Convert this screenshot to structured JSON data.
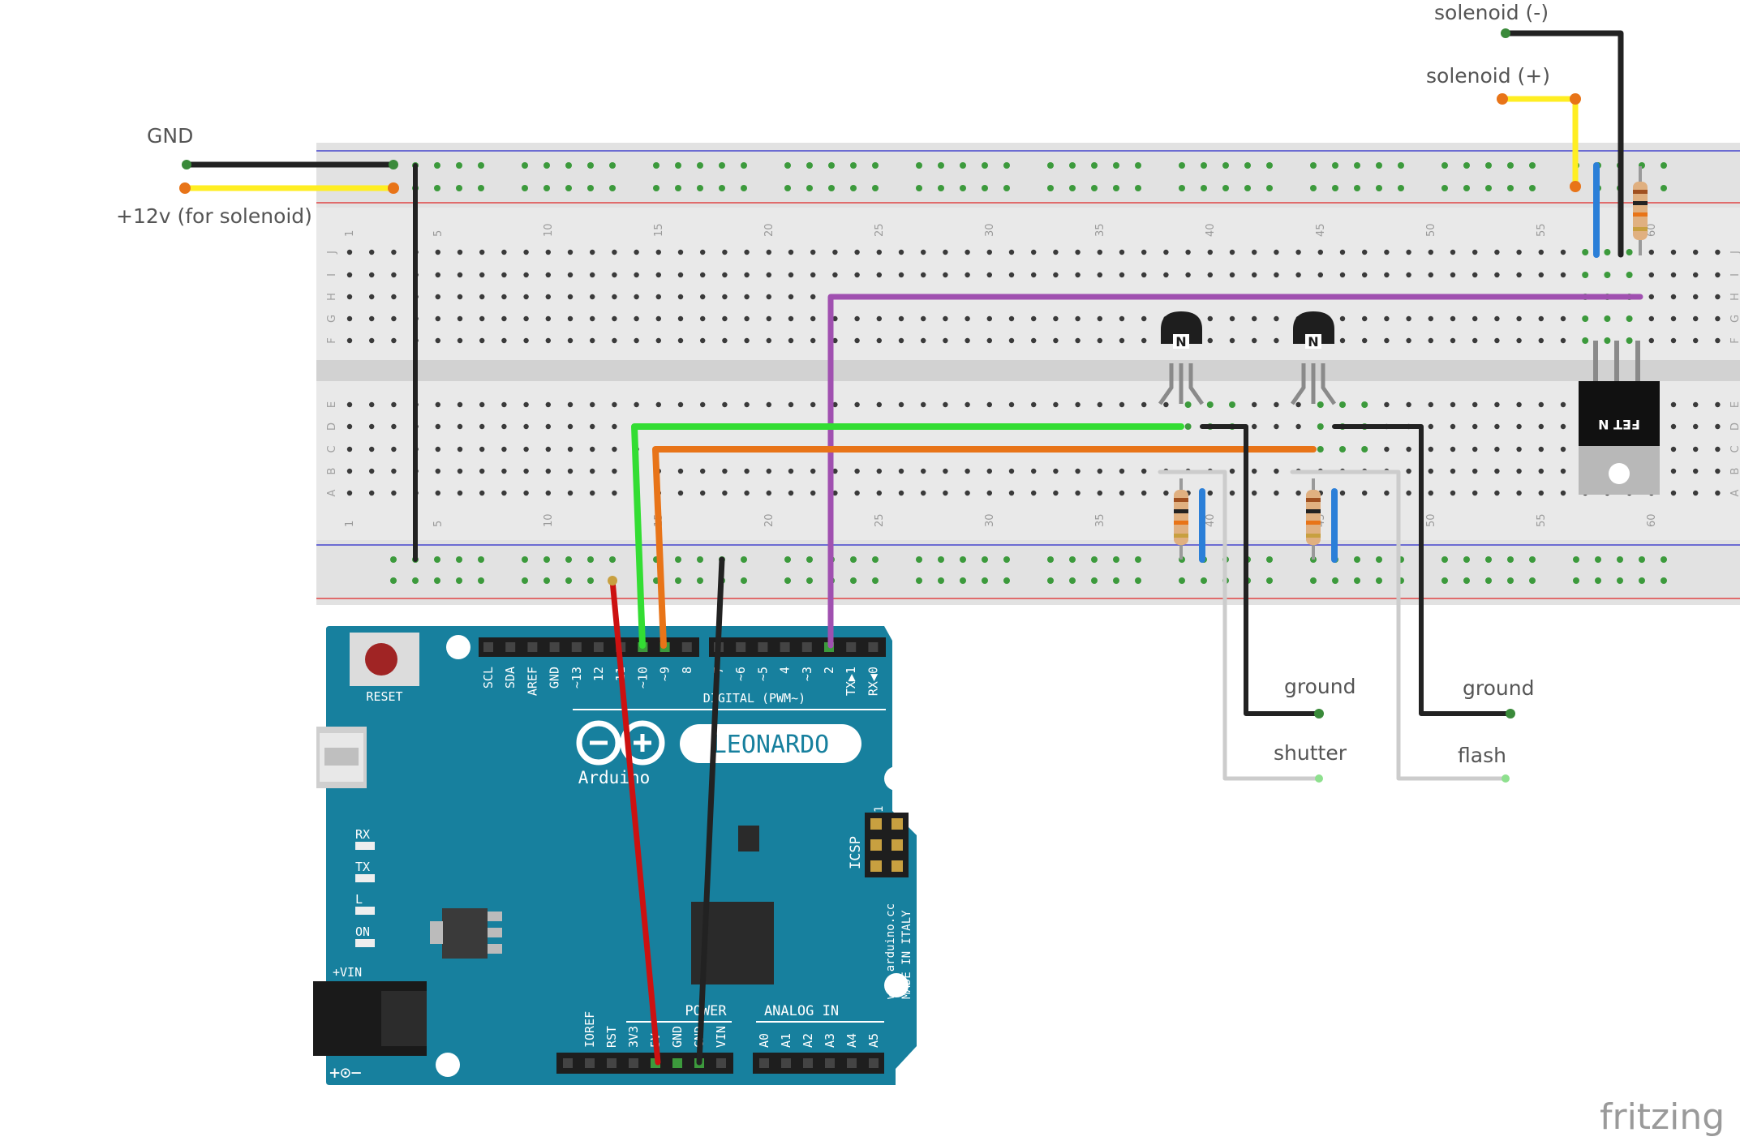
{
  "labels": {
    "gnd": "GND",
    "v12": "+12v (for solenoid)",
    "solenoid_minus": "solenoid (-)",
    "solenoid_plus": "solenoid (+)",
    "ground_1": "ground",
    "shutter": "shutter",
    "ground_2": "ground",
    "flash": "flash"
  },
  "breadboard": {
    "column_numbers": [
      "1",
      "5",
      "10",
      "15",
      "20",
      "25",
      "30",
      "35",
      "40",
      "45",
      "50",
      "55",
      "60"
    ],
    "row_letters_top": [
      "J",
      "I",
      "H",
      "G",
      "F"
    ],
    "row_letters_bottom": [
      "E",
      "D",
      "C",
      "B",
      "A"
    ]
  },
  "arduino": {
    "model": "LEONARDO",
    "brand": "Arduino",
    "reset_label": "RESET",
    "digital_header_label": "DIGITAL (PWM~)",
    "digital_pins": [
      "SCL",
      "SDA",
      "AREF",
      "GND",
      "~13",
      "12",
      "~11",
      "~10",
      "~9",
      "8",
      "7",
      "~6",
      "~5",
      "4",
      "~3",
      "2",
      "TX▶1",
      "RX◀0"
    ],
    "power_header_label": "POWER",
    "power_pins": [
      "IOREF",
      "RST",
      "3V3",
      "5V",
      "GND",
      "GND",
      "VIN"
    ],
    "analog_header_label": "ANALOG IN",
    "analog_pins": [
      "A0",
      "A1",
      "A2",
      "A3",
      "A4",
      "A5"
    ],
    "leds": [
      "RX",
      "TX",
      "L",
      "ON"
    ],
    "vin_label": "+VIN",
    "icsp_label": "ICSP",
    "icsp_pin1": "1",
    "site_label": "www.arduino.cc",
    "made_label": "MADE IN ITALY",
    "polarity_label": "+⊙−"
  },
  "components": {
    "transistor_mark": "N",
    "fet_mark": "FET N"
  },
  "watermark": "fritzing",
  "colors": {
    "breadboard": "#e8e8e8",
    "arduino": "#17809e",
    "wire_black": "#222222",
    "wire_yellow": "#ffee22",
    "wire_green": "#33dd33",
    "wire_orange": "#e87418",
    "wire_purple": "#a050b0",
    "wire_red": "#cc1111",
    "wire_white": "#cccccc",
    "rail_red": "#e04444",
    "rail_blue": "#4444cc"
  }
}
